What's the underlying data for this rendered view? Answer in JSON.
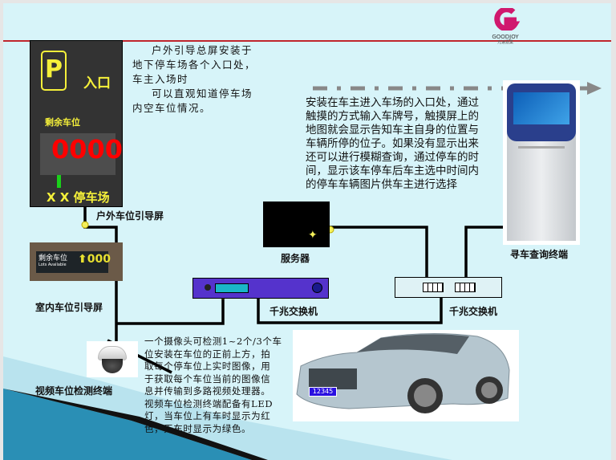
{
  "logo": {
    "brand": "GOODJOY",
    "sub": "光速嘉業",
    "color": "#d0186e"
  },
  "outdoor_sign": {
    "parking_symbol": "P",
    "entrance": "入口",
    "remaining_label": "剩余车位",
    "count": "0000",
    "lot_name": "X X 停车场"
  },
  "outdoor_desc": [
    "户外引导总屏安装于",
    "地下停车场各个入口处，",
    "车主入场时",
    "可以直观知道停车场",
    "内空车位情况。"
  ],
  "labels": {
    "outdoor_screen": "户外车位引导屏",
    "indoor_screen": "室内车位引导屏",
    "server": "服务器",
    "switch_left": "千兆交换机",
    "switch_right": "千兆交换机",
    "kiosk": "寻车查询终端",
    "camera": "视频车位检测终端"
  },
  "indoor_sign": {
    "text": "剩余车位",
    "sub": "Lots Available",
    "count": "000"
  },
  "kiosk_desc": [
    "安装在车主进入车场的入口处，通过",
    "触摸的方式输入车牌号，触摸屏上的",
    "地图就会显示告知车主自身的位置与",
    "车辆所停的位子。如果没有显示出来",
    "还可以进行模糊查询，通过停车的时",
    "间，显示该车停车后车主选中时间内",
    "的停车车辆图片供车主进行选择"
  ],
  "camera_desc": [
    "一个摄像头可检测1~2个/3个车",
    "位安装在车位的正前上方，拍",
    "取每个停车位上实时图像，用",
    "于获取每个车位当前的图像信",
    "息并传输到多路视频处理器。",
    "视频车位检测终端配备有LED",
    "灯，当车位上有车时显示为红",
    "色，无车时显示为绿色。"
  ],
  "car": {
    "plate": "12345"
  }
}
